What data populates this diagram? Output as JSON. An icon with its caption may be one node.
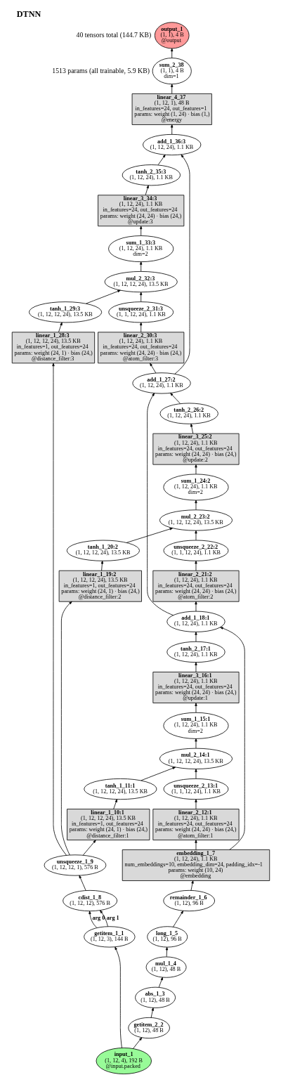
{
  "diagram": {
    "title": "DTNN",
    "labels": [
      "40 tensors total (144.7 KB)",
      "1513 params (all trainable, 5.9 KB)"
    ],
    "nodes": [
      {
        "text": [
          "output_1",
          "(1, 1), 4 B",
          "@output"
        ]
      },
      {
        "text": [
          "sum_2_38",
          "(1, 1), 4 B",
          "dim=1"
        ]
      },
      {
        "text": [
          "linear_4_37",
          "(1, 12, 1), 48 B",
          "in_features=24, out_features=1",
          "params: weight (1, 24) · bias (1,)",
          "@energy"
        ]
      },
      {
        "text": [
          "add_1_36:3",
          "(1, 12, 24), 1.1 KB"
        ]
      },
      {
        "text": [
          "tanh_2_35:3",
          "(1, 12, 24), 1.1 KB"
        ]
      },
      {
        "text": [
          "linear_3_34:3",
          "(1, 12, 24), 1.1 KB",
          "in_features=24, out_features=24",
          "params: weight (24, 24) · bias (24,)",
          "@update:3"
        ]
      },
      {
        "text": [
          "sum_1_33:3",
          "(1, 12, 24), 1.1 KB",
          "dim=2"
        ]
      },
      {
        "text": [
          "mul_2_32:3",
          "(1, 12, 12, 24), 13.5 KB"
        ]
      },
      {
        "text": [
          "unsqueeze_2_31:3",
          "(1, 1, 12, 24), 1.1 KB"
        ]
      },
      {
        "text": [
          "linear_2_30:3",
          "(1, 12, 24), 1.1 KB",
          "in_features=24, out_features=24",
          "params: weight (24, 24) · bias (24,)",
          "@atom_filter:3"
        ]
      },
      {
        "text": [
          "add_1_27:2",
          "(1, 12, 24), 1.1 KB"
        ]
      },
      {
        "text": [
          "tanh_2_26:2",
          "(1, 12, 24), 1.1 KB"
        ]
      },
      {
        "text": [
          "linear_3_25:2",
          "(1, 12, 24), 1.1 KB",
          "in_features=24, out_features=24",
          "params: weight (24, 24) · bias (24,)",
          "@update:2"
        ]
      },
      {
        "text": [
          "sum_1_24:2",
          "(1, 12, 24), 1.1 KB",
          "dim=2"
        ]
      },
      {
        "text": [
          "mul_2_23:2",
          "(1, 12, 12, 24), 13.5 KB"
        ]
      },
      {
        "text": [
          "unsqueeze_2_22:2",
          "(1, 1, 12, 24), 1.1 KB"
        ]
      },
      {
        "text": [
          "linear_2_21:2",
          "(1, 12, 24), 1.1 KB",
          "in_features=24, out_features=24",
          "params: weight (24, 24) · bias (24,)",
          "@atom_filter:2"
        ]
      },
      {
        "text": [
          "add_1_18:1",
          "(1, 12, 24), 1.1 KB"
        ]
      },
      {
        "text": [
          "tanh_2_17:1",
          "(1, 12, 24), 1.1 KB"
        ]
      },
      {
        "text": [
          "linear_3_16:1",
          "(1, 12, 24), 1.1 KB",
          "in_features=24, out_features=24",
          "params: weight (24, 24) · bias (24,)",
          "@update:1"
        ]
      },
      {
        "text": [
          "tanh_1_20:2",
          "(1, 12, 12, 24), 13.5 KB"
        ]
      },
      {
        "text": [
          "sum_1_15:1",
          "(1, 12, 24), 1.1 KB",
          "dim=2"
        ]
      },
      {
        "text": [
          "mul_2_14:1",
          "(1, 12, 12, 24), 13.5 KB"
        ]
      },
      {
        "text": [
          "tanh_1_29:3",
          "(1, 12, 12, 24), 13.5 KB"
        ]
      },
      {
        "text": [
          "tanh_1_11:1",
          "(1, 12, 12, 24), 13.5 KB"
        ]
      },
      {
        "text": [
          "unsqueeze_2_13:1",
          "(1, 1, 12, 24), 1.1 KB"
        ]
      },
      {
        "text": [
          "linear_1_10:1",
          "(1, 12, 12, 24), 13.5 KB",
          "in_features=1, out_features=24",
          "params: weight (24, 1) · bias (24,)",
          "@distance_filter:1"
        ]
      },
      {
        "text": [
          "linear_1_19:2",
          "(1, 12, 12, 24), 13.5 KB",
          "in_features=1, out_features=24",
          "params: weight (24, 1) · bias (24,)",
          "@distance_filter:2"
        ]
      },
      {
        "text": [
          "linear_2_12:1",
          "(1, 12, 24), 1.1 KB",
          "in_features=24, out_features=24",
          "params: weight (24, 24) · bias (24,)",
          "@atom_filter:1"
        ]
      },
      {
        "text": [
          "linear_1_28:3",
          "(1, 12, 12, 24), 13.5 KB",
          "in_features=1, out_features=24",
          "params: weight (24, 1) · bias (24,)",
          "@distance_filter:3"
        ]
      },
      {
        "text": [
          "unsqueeze_1_9",
          "(1, 12, 12, 1), 576 B"
        ]
      },
      {
        "text": [
          "embedding_1_7",
          "(1, 12, 24), 1.1 KB",
          "num_embeddings=10, embedding_dim=24, padding_idx=-1",
          "params: weight (10, 24)",
          "@embedding"
        ]
      },
      {
        "text": [
          "remainder_1_6",
          "(1, 12), 96 B"
        ]
      },
      {
        "text": [
          "long_1_5",
          "(1, 12), 96 B"
        ]
      },
      {
        "text": [
          "mul_1_4",
          "(1, 12), 48 B"
        ]
      },
      {
        "text": [
          "cdist_1_8",
          "(1, 12, 12), 576 B"
        ]
      },
      {
        "text": [
          "abs_1_3",
          "(1, 12), 48 B"
        ]
      },
      {
        "text": [
          "getitem_1_1",
          "(1, 12, 3), 144 B"
        ]
      },
      {
        "text": [
          "getitem_2_2",
          "(1, 12), 48 B"
        ]
      },
      {
        "text": [
          "input_1",
          "(1, 12, 4), 192 B",
          "@input.packed"
        ]
      }
    ],
    "edges": [
      {
        "from": 39,
        "to": 37,
        "arrow": "to"
      },
      {
        "from": 39,
        "to": 38,
        "arrow": "to"
      },
      {
        "from": 37,
        "to": 35,
        "arrow": "to",
        "label": "arg 0"
      },
      {
        "from": 37,
        "to": 35,
        "arrow": "to",
        "label": "arg 1"
      },
      {
        "from": 38,
        "to": 36,
        "arrow": "to"
      },
      {
        "from": 36,
        "to": 34,
        "arrow": "to"
      },
      {
        "from": 34,
        "to": 33,
        "arrow": "to"
      },
      {
        "from": 33,
        "to": 32,
        "arrow": "to"
      },
      {
        "from": 32,
        "to": 31,
        "arrow": "to"
      },
      {
        "from": 35,
        "to": 30,
        "arrow": "to"
      },
      {
        "from": 30,
        "to": 26,
        "arrow": "to"
      },
      {
        "from": 30,
        "to": 27,
        "arrow": "to"
      },
      {
        "from": 30,
        "to": 29,
        "arrow": "to"
      },
      {
        "from": 31,
        "to": 28,
        "arrow": "to"
      },
      {
        "from": 31,
        "to": 17,
        "arrow": "to"
      },
      {
        "from": 26,
        "to": 24,
        "arrow": "to"
      },
      {
        "from": 24,
        "to": 22,
        "arrow": "to"
      },
      {
        "from": 28,
        "to": 25,
        "arrow": "to"
      },
      {
        "from": 25,
        "to": 22,
        "arrow": "to"
      },
      {
        "from": 22,
        "to": 21,
        "arrow": "to"
      },
      {
        "from": 21,
        "to": 19,
        "arrow": "to"
      },
      {
        "from": 19,
        "to": 18,
        "arrow": "to"
      },
      {
        "from": 18,
        "to": 17,
        "arrow": "to"
      },
      {
        "from": 27,
        "to": 20,
        "arrow": "to"
      },
      {
        "from": 20,
        "to": 14,
        "arrow": "to"
      },
      {
        "from": 17,
        "to": 16,
        "arrow": "to"
      },
      {
        "from": 17,
        "to": 10,
        "arrow": "to"
      },
      {
        "from": 16,
        "to": 15,
        "arrow": "to"
      },
      {
        "from": 15,
        "to": 14,
        "arrow": "to"
      },
      {
        "from": 14,
        "to": 13,
        "arrow": "to"
      },
      {
        "from": 13,
        "to": 12,
        "arrow": "to"
      },
      {
        "from": 12,
        "to": 11,
        "arrow": "to"
      },
      {
        "from": 11,
        "to": 10,
        "arrow": "to"
      },
      {
        "from": 29,
        "to": 23,
        "arrow": "to"
      },
      {
        "from": 23,
        "to": 7,
        "arrow": "to"
      },
      {
        "from": 10,
        "to": 9,
        "arrow": "to"
      },
      {
        "from": 10,
        "to": 3,
        "arrow": "to"
      },
      {
        "from": 9,
        "to": 8,
        "arrow": "to"
      },
      {
        "from": 8,
        "to": 7,
        "arrow": "to"
      },
      {
        "from": 7,
        "to": 6,
        "arrow": "to"
      },
      {
        "from": 6,
        "to": 5,
        "arrow": "to"
      },
      {
        "from": 5,
        "to": 4,
        "arrow": "to"
      },
      {
        "from": 4,
        "to": 3,
        "arrow": "to"
      },
      {
        "from": 3,
        "to": 2,
        "arrow": "to"
      },
      {
        "from": 2,
        "to": 1,
        "arrow": "to"
      },
      {
        "from": 1,
        "to": 0,
        "arrow": "to"
      }
    ]
  }
}
